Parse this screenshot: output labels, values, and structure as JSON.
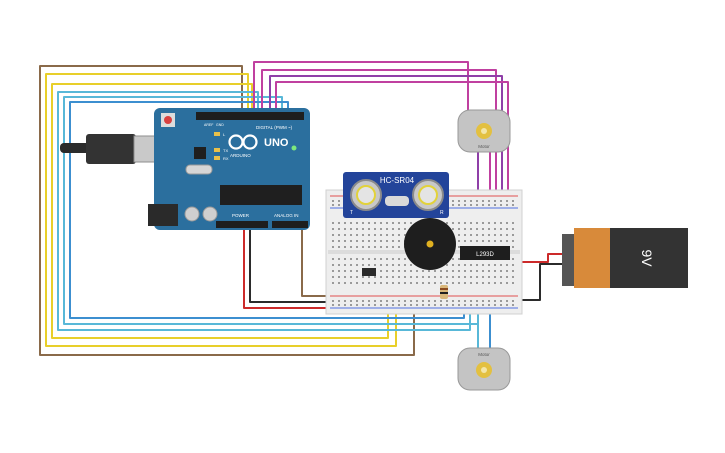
{
  "arduino": {
    "brand": "ARDUINO",
    "model": "UNO",
    "digital_label": "DIGITAL (PWM ~)",
    "power_label": "POWER",
    "analog_label": "ANALOG IN",
    "tx_label": "TX",
    "rx_label": "RX",
    "l_label": "L",
    "aref_label": "AREF",
    "gnd_label": "GND"
  },
  "sensor": {
    "label": "HC-SR04",
    "trig": "T",
    "echo": "R"
  },
  "driver": {
    "label": "L293D"
  },
  "battery": {
    "label": "9V"
  },
  "motor_top": {
    "label": "Motor"
  },
  "motor_bottom": {
    "label": "Motor"
  },
  "colors": {
    "board_blue": "#2b6f9e",
    "breadboard": "#eeeeee",
    "battery_orange": "#d88a3a",
    "battery_black": "#333333",
    "wire_brown": "#8a6a4a",
    "wire_yellow": "#e8cf2a",
    "wire_cyan": "#58b8d8",
    "wire_blue": "#3c8fd0",
    "wire_magenta": "#c040a0",
    "wire_purple": "#8f3fa8",
    "wire_red": "#cc2a2a",
    "wire_black": "#2b2b2b"
  }
}
